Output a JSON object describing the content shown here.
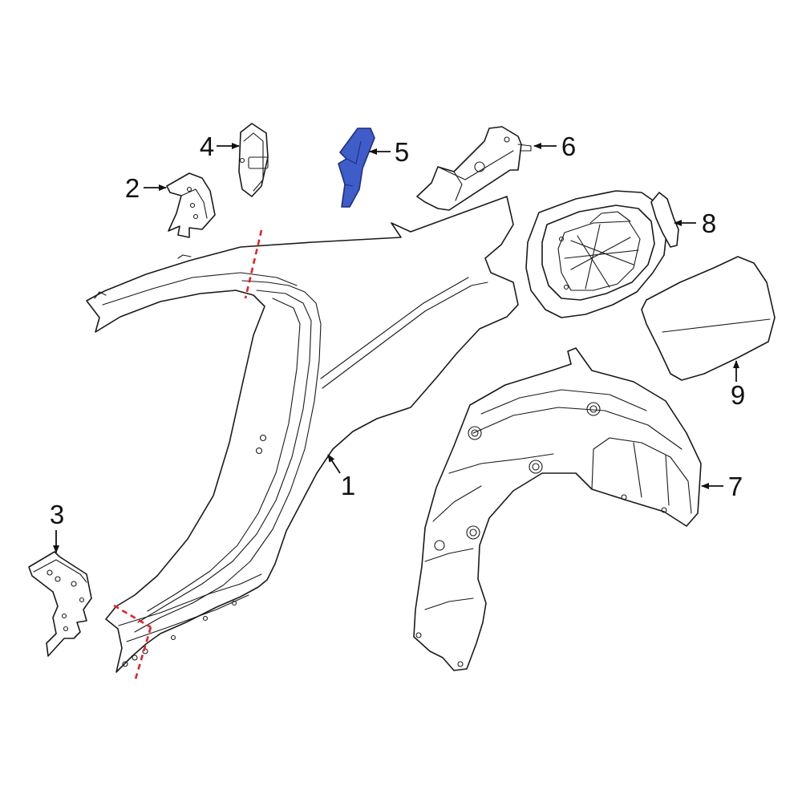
{
  "diagram": {
    "highlight_color": "#3f5dc9",
    "cut_line_color": "#e0252a",
    "callouts": [
      {
        "id": "1",
        "label": "1"
      },
      {
        "id": "2",
        "label": "2"
      },
      {
        "id": "3",
        "label": "3"
      },
      {
        "id": "4",
        "label": "4"
      },
      {
        "id": "5",
        "label": "5"
      },
      {
        "id": "6",
        "label": "6"
      },
      {
        "id": "7",
        "label": "7"
      },
      {
        "id": "8",
        "label": "8"
      },
      {
        "id": "9",
        "label": "9"
      }
    ],
    "highlighted_callout": "5"
  }
}
